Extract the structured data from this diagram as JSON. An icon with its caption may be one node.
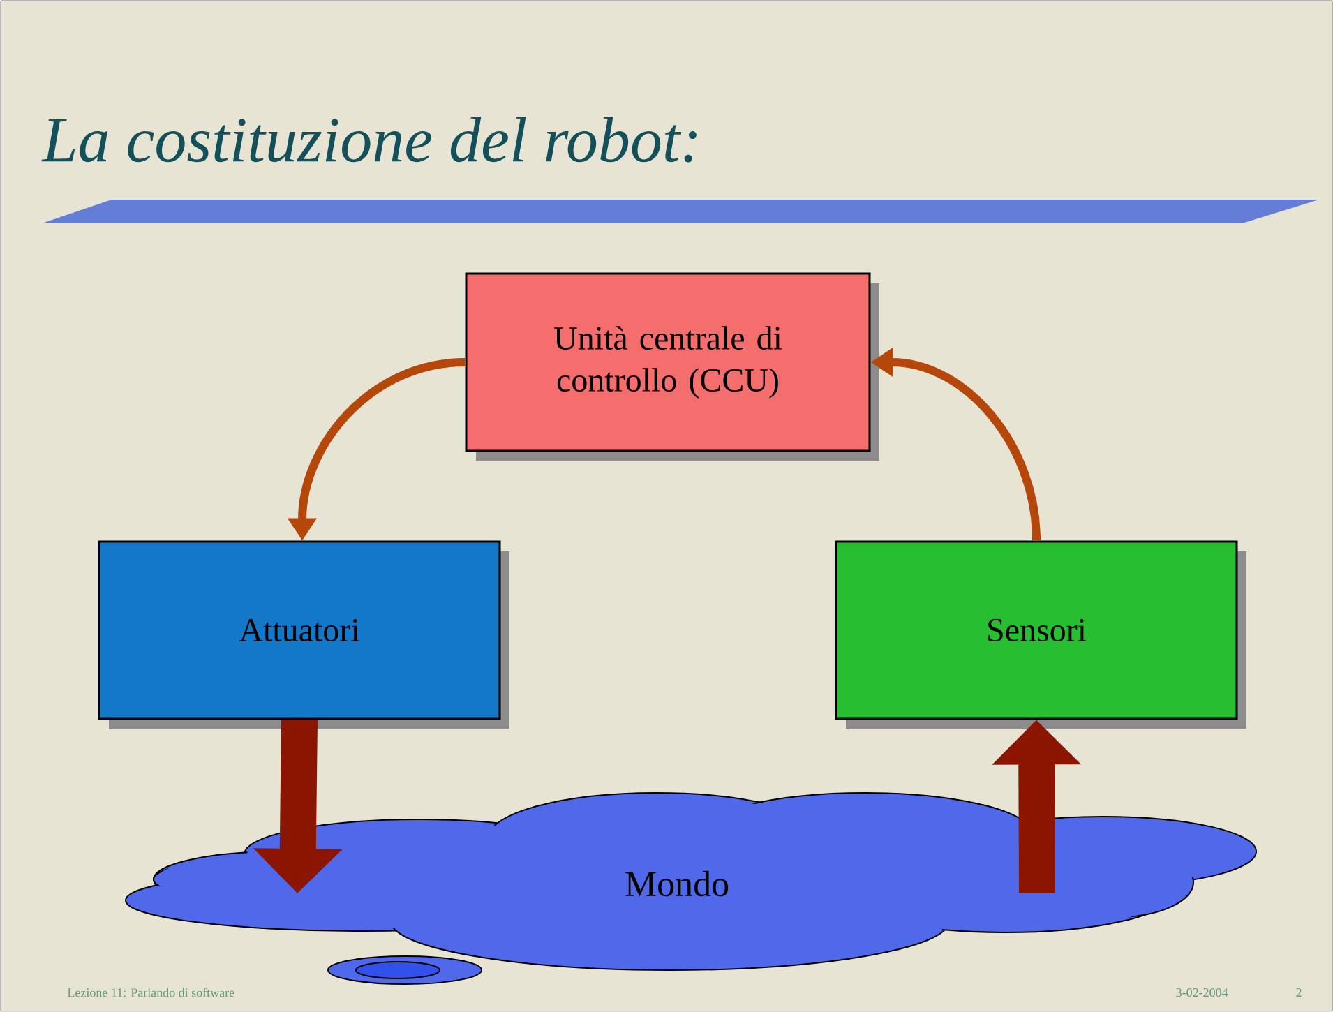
{
  "diagram": {
    "title": "La costituzione del robot:",
    "nodes": [
      {
        "text": [
          "Unità centrale di controllo (CCU)"
        ]
      },
      {
        "text": [
          "Attuatori"
        ]
      },
      {
        "text": [
          "Sensori"
        ]
      },
      {
        "text": [
          "Mondo"
        ]
      }
    ],
    "edges": [
      {
        "from": 0,
        "to": 1,
        "arrow": "to"
      },
      {
        "from": 2,
        "to": 0,
        "arrow": "to"
      },
      {
        "from": 1,
        "to": 3,
        "arrow": "to",
        "style": "thick"
      },
      {
        "from": 3,
        "to": 2,
        "arrow": "to",
        "style": "thick"
      }
    ],
    "labels": [
      "Lezione 11: Parlando di software",
      "3-02-2004",
      "2"
    ]
  }
}
